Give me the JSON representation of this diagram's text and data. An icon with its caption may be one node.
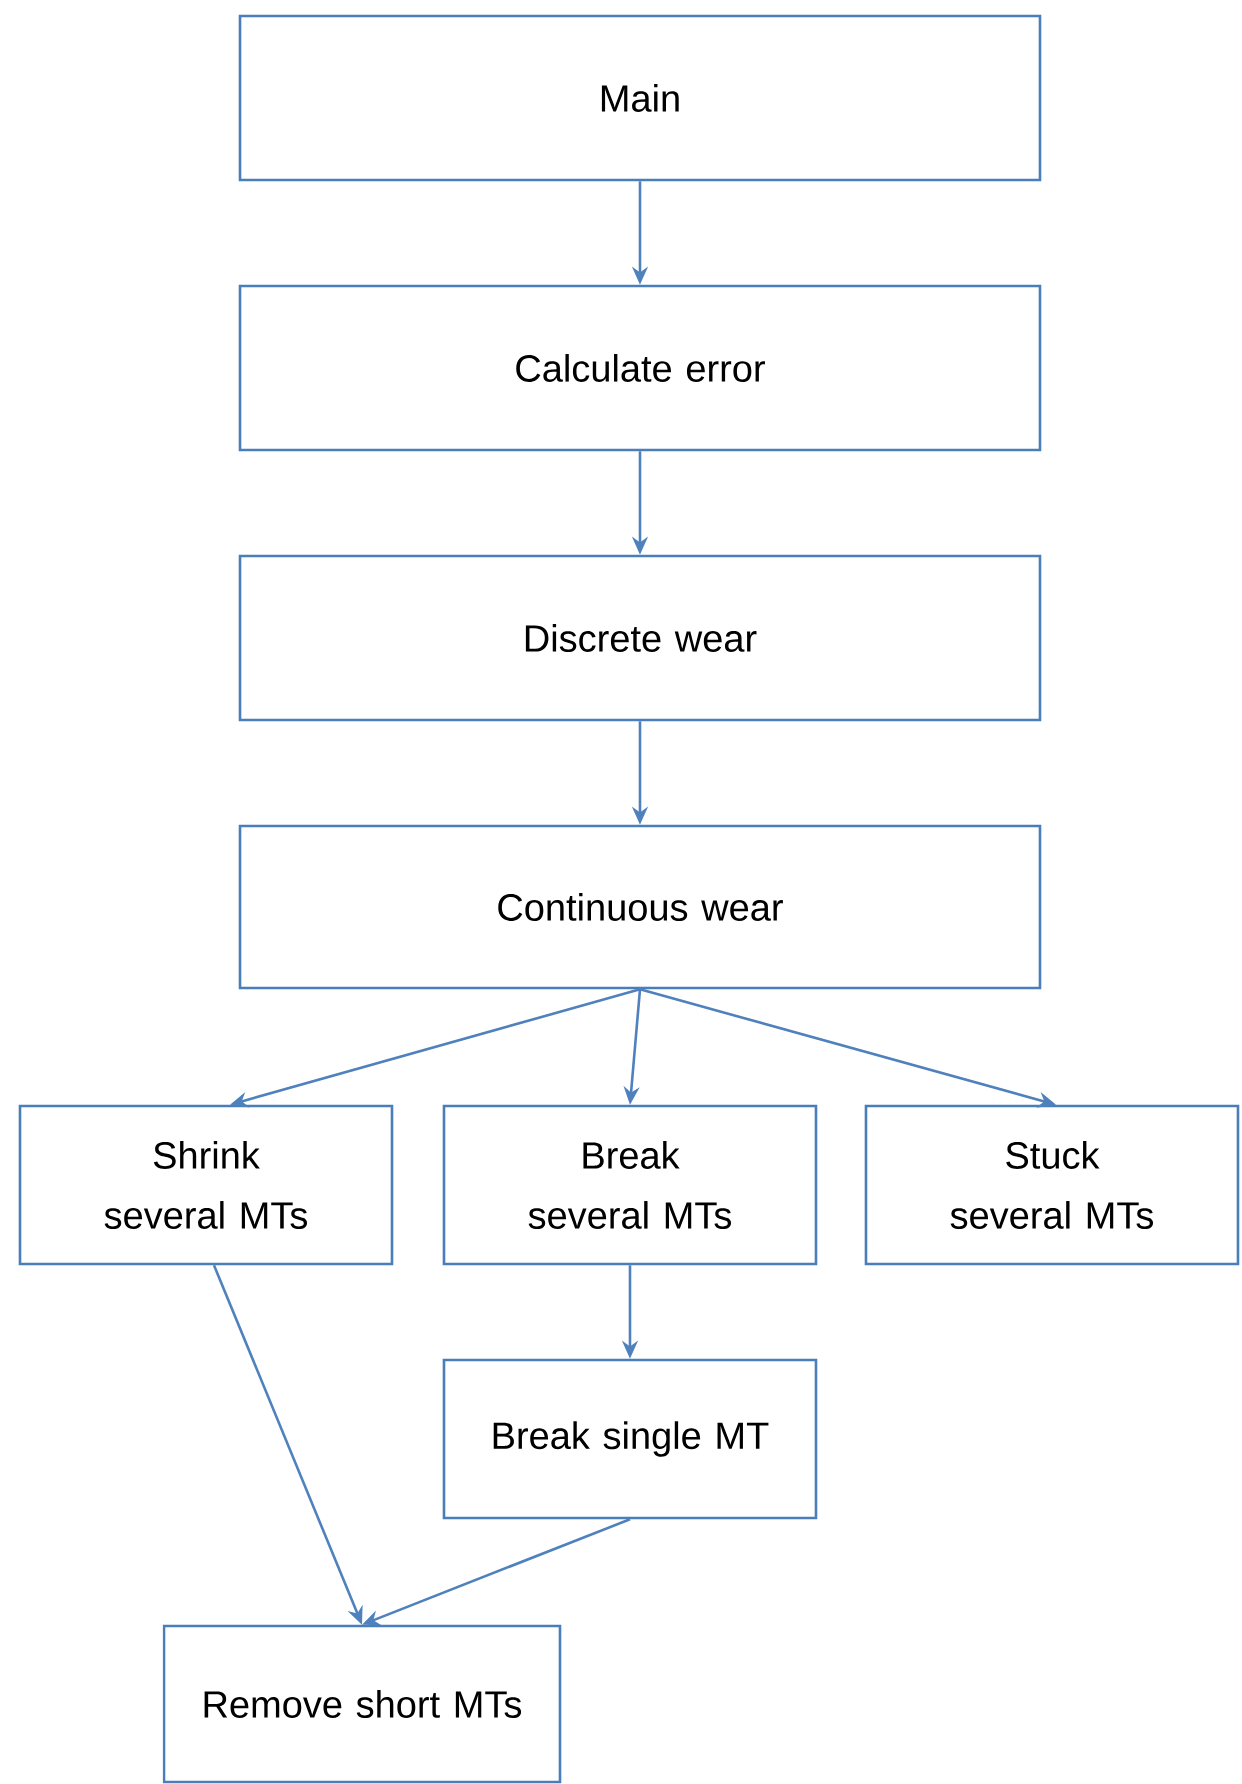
{
  "diagram": {
    "nodes": [
      {
        "text": [
          "Main"
        ]
      },
      {
        "text": [
          "Calculate error"
        ]
      },
      {
        "text": [
          "Discrete wear"
        ]
      },
      {
        "text": [
          "Continuous wear"
        ]
      },
      {
        "text": [
          "Shrink several MTs"
        ]
      },
      {
        "text": [
          "Break several MTs"
        ]
      },
      {
        "text": [
          "Stuck several MTs"
        ]
      },
      {
        "text": [
          "Break single MT"
        ]
      },
      {
        "text": [
          "Remove short MTs"
        ]
      }
    ],
    "edges": [
      {
        "from": 0,
        "to": 1,
        "arrow": "to"
      },
      {
        "from": 1,
        "to": 2,
        "arrow": "to"
      },
      {
        "from": 2,
        "to": 3,
        "arrow": "to"
      },
      {
        "from": 3,
        "to": 4,
        "arrow": "to"
      },
      {
        "from": 3,
        "to": 5,
        "arrow": "to"
      },
      {
        "from": 3,
        "to": 6,
        "arrow": "to"
      },
      {
        "from": 5,
        "to": 7,
        "arrow": "to"
      },
      {
        "from": 4,
        "to": 8,
        "arrow": "to"
      },
      {
        "from": 7,
        "to": 8,
        "arrow": "to"
      }
    ]
  }
}
